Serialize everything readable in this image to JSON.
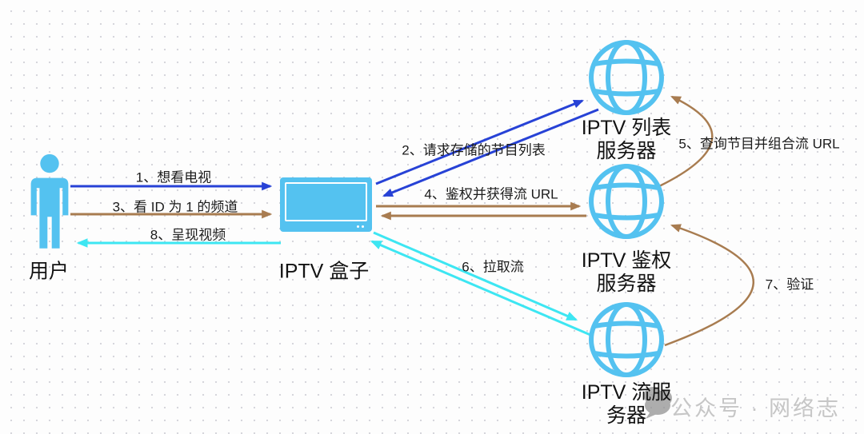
{
  "colors": {
    "blue": "#2742d6",
    "brown": "#a87c50",
    "cyan": "#3de6f2",
    "icon": "#54c2f0",
    "text": "#1c1c1c",
    "watermark": "#c6c6c6"
  },
  "nodes": {
    "user": {
      "label": "用户"
    },
    "stb": {
      "label": "IPTV 盒子"
    },
    "list_server": {
      "label": "IPTV 列表\n服务器"
    },
    "auth_server": {
      "label": "IPTV 鉴权\n服务器"
    },
    "stream_server": {
      "label": "IPTV 流服\n务器"
    }
  },
  "edges": {
    "e1": {
      "label": "1、想看电视",
      "from": "user",
      "to": "stb",
      "color": "blue"
    },
    "e2": {
      "label": "2、请求存储的节目列表",
      "from": "stb",
      "to": "list_server",
      "color": "blue",
      "bidirectional": true
    },
    "e3": {
      "label": "3、看 ID 为 1 的频道",
      "from": "user",
      "to": "stb",
      "color": "brown"
    },
    "e4": {
      "label": "4、鉴权并获得流 URL",
      "from": "stb",
      "to": "auth_server",
      "color": "brown",
      "bidirectional": true
    },
    "e5": {
      "label": "5、查询节目并组合流 URL",
      "from": "auth_server",
      "to": "list_server",
      "color": "brown"
    },
    "e6": {
      "label": "6、拉取流",
      "from": "stb",
      "to": "stream_server",
      "color": "cyan",
      "bidirectional": true
    },
    "e7": {
      "label": "7、验证",
      "from": "stream_server",
      "to": "auth_server",
      "color": "brown"
    },
    "e8": {
      "label": "8、呈现视频",
      "from": "stb",
      "to": "user",
      "color": "cyan"
    }
  },
  "watermark": {
    "text": "公众号 · 网络志"
  }
}
